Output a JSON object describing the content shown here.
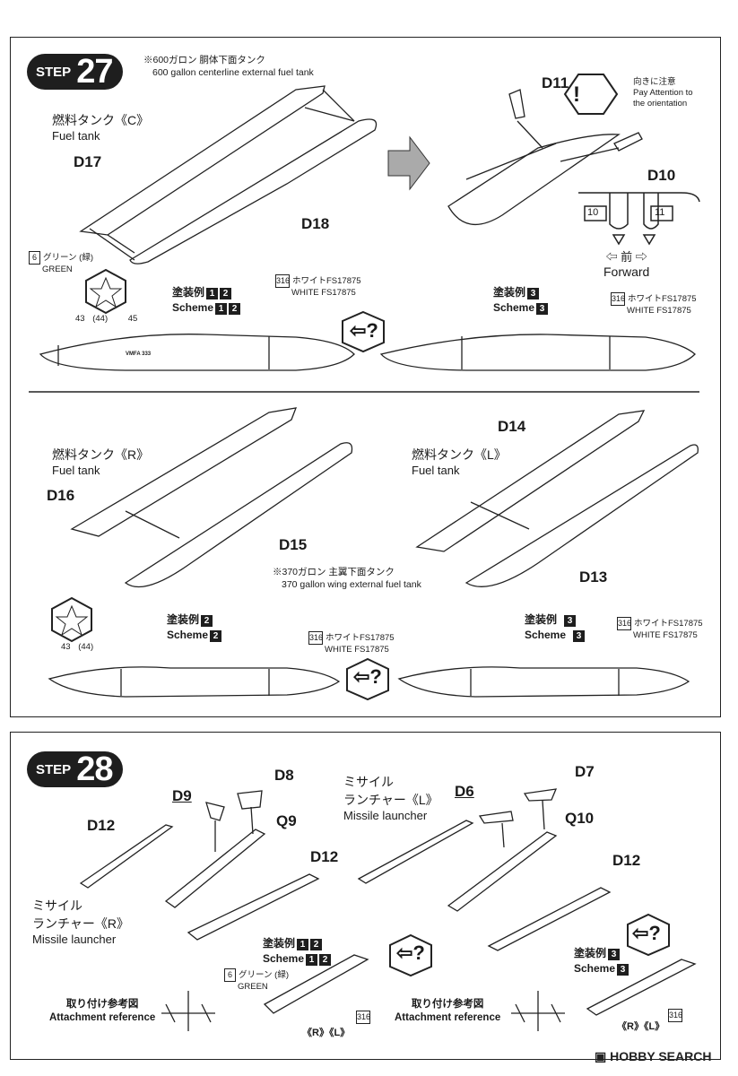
{
  "step27": {
    "badge_label": "STEP",
    "badge_num": "27",
    "centerline_jp": "※600ガロン 胴体下面タンク",
    "centerline_en": "600 gallon centerline external fuel tank",
    "fuel_tank_c_jp": "燃料タンク《C》",
    "fuel_tank_c_en": "Fuel tank",
    "d17": "D17",
    "d18": "D18",
    "d11": "D11",
    "d10": "D10",
    "caution_jp": "向きに注意",
    "caution_en1": "Pay Attention to",
    "caution_en2": "the orientation",
    "n10": "10",
    "n11": "11",
    "forward_jp": "⇦ 前 ⇨",
    "forward_en": "Forward",
    "color6_num": "6",
    "color6_jp": "グリーン (緑)",
    "color6_en": "GREEN",
    "scheme_a_jp": "塗装例",
    "scheme_a_en": "Scheme",
    "scheme_a_n1": "1",
    "scheme_a_n2": "2",
    "scheme_b_jp": "塗装例",
    "scheme_b_en": "Scheme",
    "scheme_b_n": "3",
    "white_num": "316",
    "white_jp": "ホワイトFS17875",
    "white_en": "WHITE FS17875",
    "decal43": "43",
    "decal44": "(44)",
    "decal45": "45",
    "tank_marking": "VMFA 333",
    "fuel_tank_r_jp": "燃料タンク《R》",
    "fuel_tank_r_en": "Fuel tank",
    "fuel_tank_l_jp": "燃料タンク《L》",
    "fuel_tank_l_en": "Fuel tank",
    "d16": "D16",
    "d15": "D15",
    "d14": "D14",
    "d13": "D13",
    "wing_jp": "※370ガロン 主翼下面タンク",
    "wing_en": "370 gallon wing external fuel tank",
    "scheme_c_jp": "塗装例",
    "scheme_c_en": "Scheme",
    "scheme_c_n": "2",
    "scheme_d_jp": "塗装例",
    "scheme_d_en": "Scheme",
    "scheme_d_n": "3"
  },
  "step28": {
    "badge_label": "STEP",
    "badge_num": "28",
    "d8": "D8",
    "d9": "D9",
    "q9": "Q9",
    "d12a": "D12",
    "d12b": "D12",
    "d12c": "D12",
    "d7": "D7",
    "d6": "D6",
    "q10": "Q10",
    "launcher_l_jp1": "ミサイル",
    "launcher_l_jp2": "ランチャー《L》",
    "launcher_l_en": "Missile launcher",
    "launcher_r_jp1": "ミサイル",
    "launcher_r_jp2": "ランチャー《R》",
    "launcher_r_en": "Missile launcher",
    "scheme_e_jp": "塗装例",
    "scheme_e_en": "Scheme",
    "scheme_e_n1": "1",
    "scheme_e_n2": "2",
    "scheme_f_jp": "塗装例",
    "scheme_f_en": "Scheme",
    "scheme_f_n": "3",
    "color6_num": "6",
    "color6_jp": "グリーン (緑)",
    "color6_en": "GREEN",
    "white_num": "316",
    "ref_jp": "取り付け参考図",
    "ref_en": "Attachment reference",
    "rl_label": "《R》《L》"
  },
  "footer": {
    "watermark": "HOBBY SEARCH"
  }
}
